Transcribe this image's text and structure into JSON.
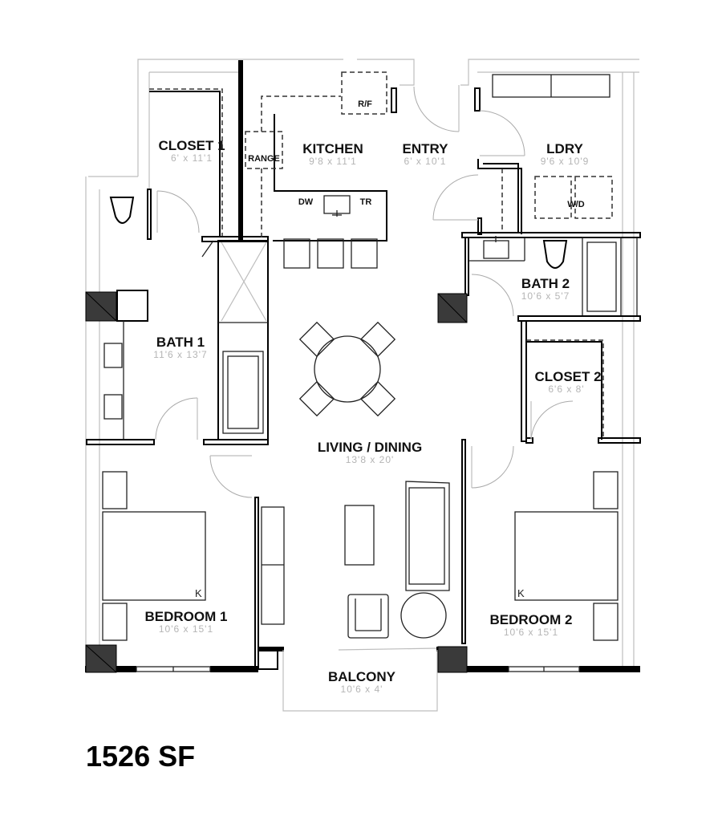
{
  "plan": {
    "total_area": "1526 SF",
    "rooms": {
      "closet1": {
        "name": "CLOSET 1",
        "dims": "6' x 11'1"
      },
      "kitchen": {
        "name": "KITCHEN",
        "dims": "9'8 x 11'1"
      },
      "entry": {
        "name": "ENTRY",
        "dims": "6' x 10'1"
      },
      "ldry": {
        "name": "LDRY",
        "dims": "9'6 x 10'9"
      },
      "bath1": {
        "name": "BATH 1",
        "dims": "11'6 x 13'7"
      },
      "bath2": {
        "name": "BATH 2",
        "dims": "10'6 x 5'7"
      },
      "closet2": {
        "name": "CLOSET 2",
        "dims": "6'6 x 8'"
      },
      "living": {
        "name": "LIVING / DINING",
        "dims": "13'8 x 20'"
      },
      "bedroom1": {
        "name": "BEDROOM 1",
        "dims": "10'6 x 15'1"
      },
      "bedroom2": {
        "name": "BEDROOM 2",
        "dims": "10'6 x 15'1"
      },
      "balcony": {
        "name": "BALCONY",
        "dims": "10'6 x 4'"
      }
    },
    "fixtures": {
      "range": "RANGE",
      "refrigerator": "R/F",
      "dishwasher": "DW",
      "trash": "TR",
      "washer_dryer": "W/D",
      "bed1_size": "K",
      "bed2_size": "K"
    }
  }
}
